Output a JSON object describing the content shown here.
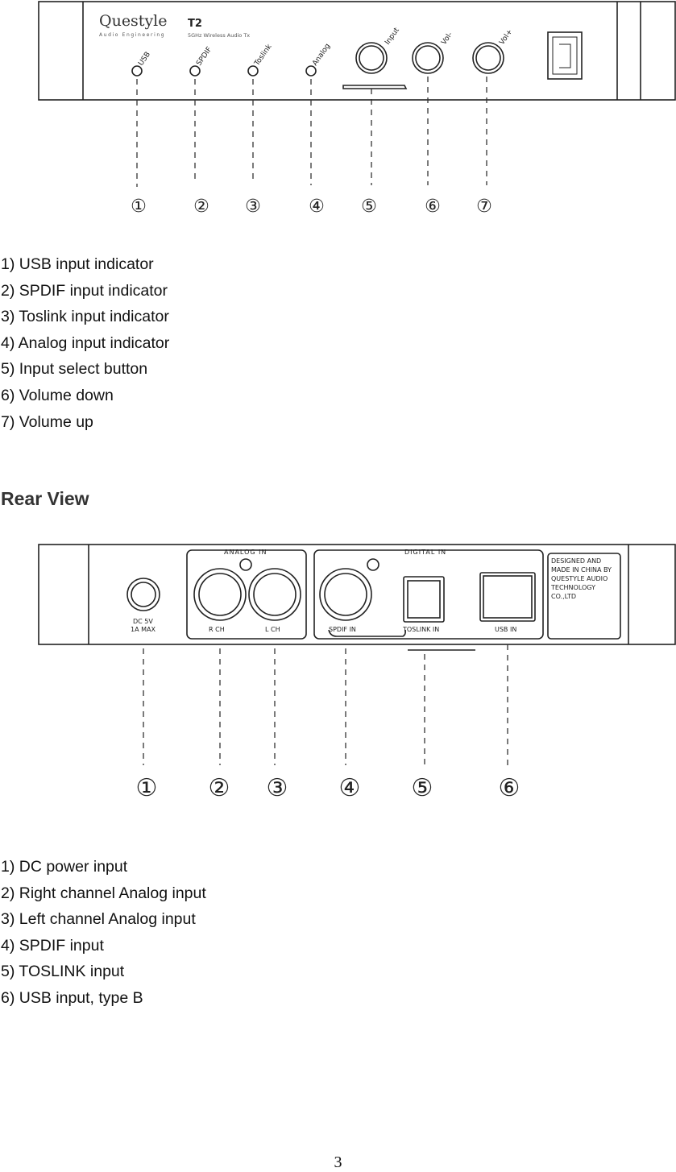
{
  "front_panel": {
    "brand": "Questyle",
    "brand_sub": "Audio Engineering",
    "model": "T2",
    "model_sub": "5GHz Wireless Audio Tx",
    "labels": [
      "USB",
      "SPDIF",
      "Toslink",
      "Analog",
      "Input",
      "Vol-",
      "Vol+"
    ],
    "callouts": [
      "①",
      "②",
      "③",
      "④",
      "⑤",
      "⑥",
      "⑦"
    ]
  },
  "front_list": [
    "1) USB input indicator",
    "2) SPDIF input indicator",
    "3) Toslink input indicator",
    "4) Analog input indicator",
    "5) Input select button",
    "6) Volume down",
    "7) Volume up"
  ],
  "rear_heading": "Rear View",
  "rear_panel": {
    "analog_group": "ANALOG IN",
    "digital_group": "DIGITAL IN",
    "dc_line1": "DC 5V",
    "dc_line2": "1A MAX",
    "rch": "R CH",
    "lch": "L CH",
    "spdif": "SPDIF IN",
    "toslink": "TOSLINK IN",
    "usb": "USB IN",
    "designed": [
      "DESIGNED AND",
      "MADE IN CHINA BY",
      "QUESTYLE AUDIO",
      "TECHNOLOGY",
      "CO.,LTD"
    ],
    "callouts": [
      "①",
      "②",
      "③",
      "④",
      "⑤",
      "⑥"
    ]
  },
  "rear_list": [
    "1) DC power input",
    "2) Right channel Analog input",
    "3) Left channel Analog input",
    "4) SPDIF input",
    "5) TOSLINK input",
    "6) USB input, type B"
  ],
  "page_number": "3"
}
